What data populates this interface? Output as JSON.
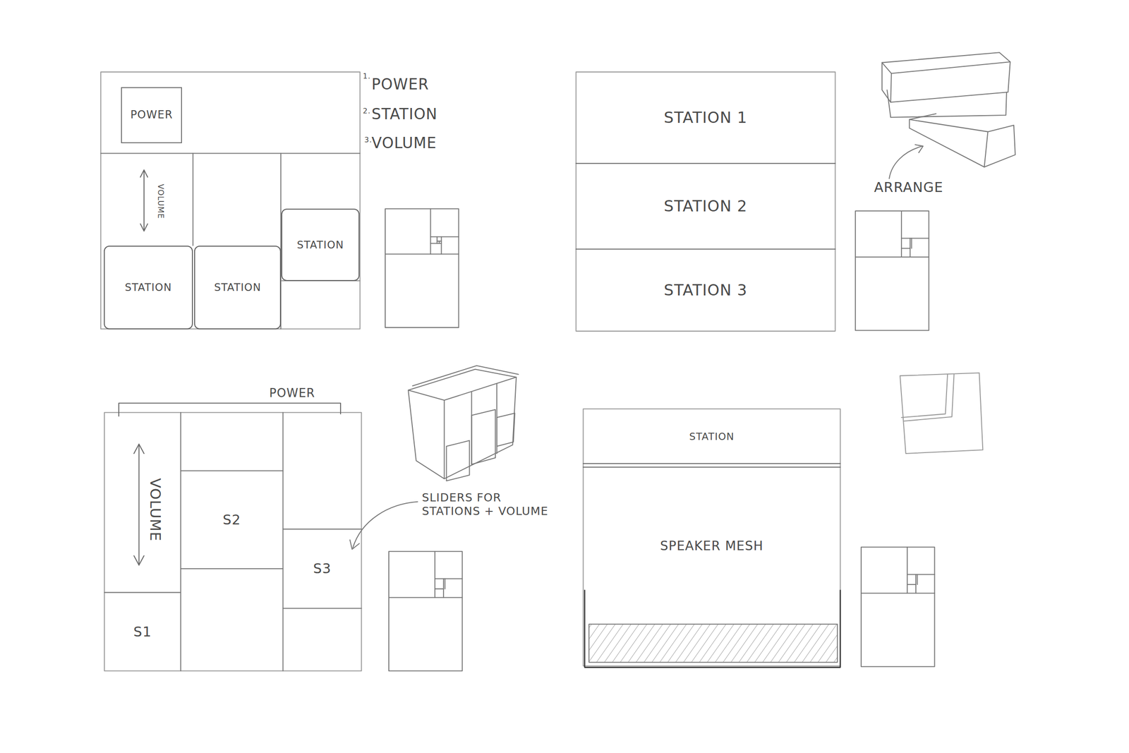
{
  "diagram": {
    "nodes": [
      {
        "text": [
          "POWER"
        ]
      },
      {
        "text": [
          "VOLUME"
        ]
      },
      {
        "text": [
          "STATION"
        ]
      },
      {
        "text": [
          "STATION"
        ]
      },
      {
        "text": [
          "STATION"
        ]
      },
      {
        "text": [
          "STATION 1"
        ]
      },
      {
        "text": [
          "STATION 2"
        ]
      },
      {
        "text": [
          "STATION 3"
        ]
      },
      {
        "text": [
          "VOLUME"
        ]
      },
      {
        "text": [
          "S2"
        ]
      },
      {
        "text": [
          "S3"
        ]
      },
      {
        "text": [
          "S1"
        ]
      },
      {
        "text": [
          "STATION"
        ]
      },
      {
        "text": [
          "SPEAKER MESH"
        ]
      }
    ],
    "labels": [
      "1.",
      "POWER",
      "2.",
      "STATION",
      "3.",
      "VOLUME",
      "ARRANGE",
      "POWER",
      "SLIDERS FOR STATIONS + VOLUME"
    ]
  }
}
